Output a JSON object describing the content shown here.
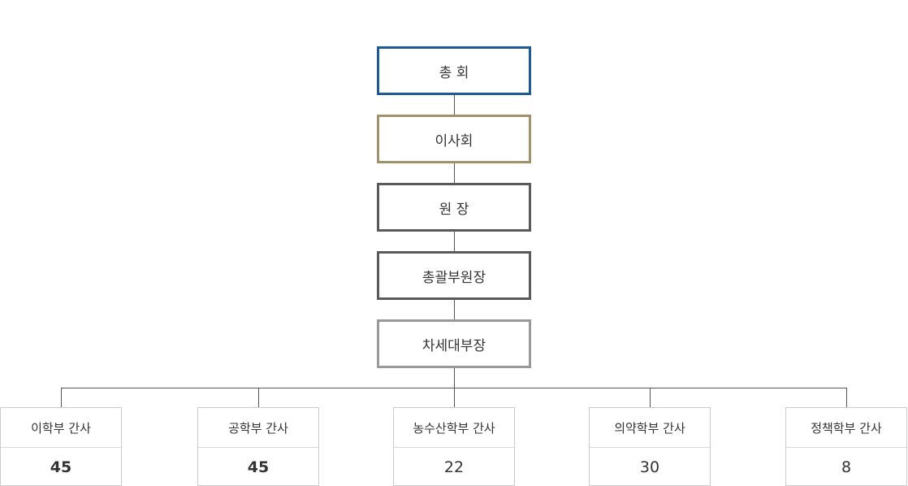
{
  "colors": {
    "general_assembly_border": "#1f5a93",
    "board_border": "#a3916c",
    "director_border": "#5a5a5a",
    "vice_director_border": "#5a5a5a",
    "next_vice_border": "#999999"
  },
  "hierarchy": [
    {
      "key": "general_assembly",
      "label": "총 회"
    },
    {
      "key": "board",
      "label": "이사회"
    },
    {
      "key": "director",
      "label": "원 장"
    },
    {
      "key": "vice_director",
      "label": "총괄부원장"
    },
    {
      "key": "next_vice",
      "label": "차세대부장"
    }
  ],
  "departments": [
    {
      "name": "이학부 간사",
      "count": "45"
    },
    {
      "name": "공학부 간사",
      "count": "45"
    },
    {
      "name": "농수산학부 간사",
      "count": "22"
    },
    {
      "name": "의약학부 간사",
      "count": "30"
    },
    {
      "name": "정책학부 간사",
      "count": "8"
    }
  ]
}
